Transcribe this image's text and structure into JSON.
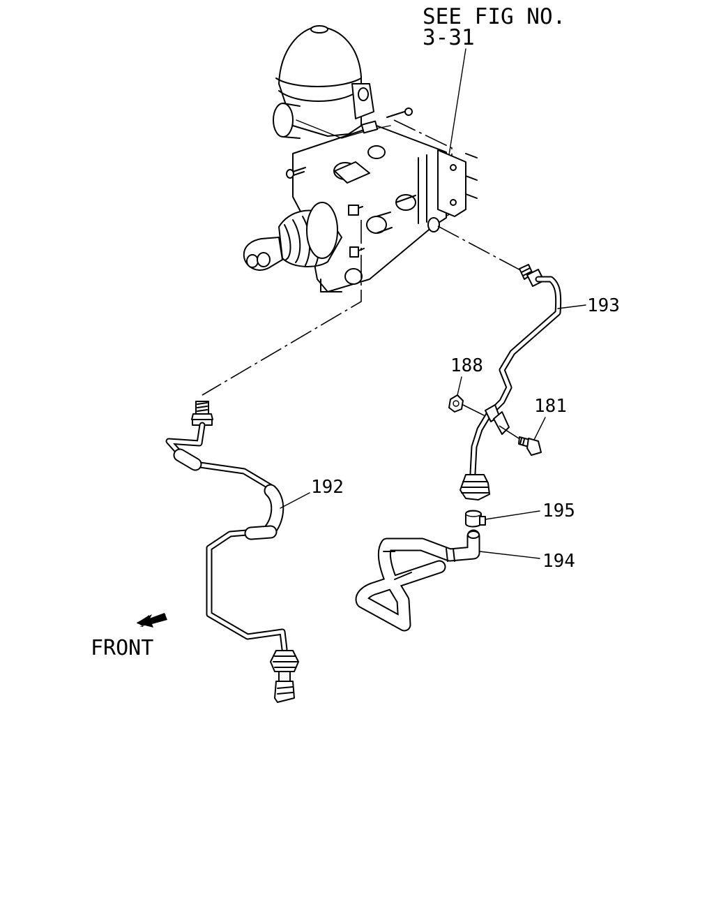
{
  "figure": {
    "reference_line1": "SEE FIG NO.",
    "reference_line2": "3-31",
    "front_label": "FRONT",
    "callouts": {
      "p181": "181",
      "p188": "188",
      "p192": "192",
      "p193": "193",
      "p194": "194",
      "p195": "195"
    }
  }
}
